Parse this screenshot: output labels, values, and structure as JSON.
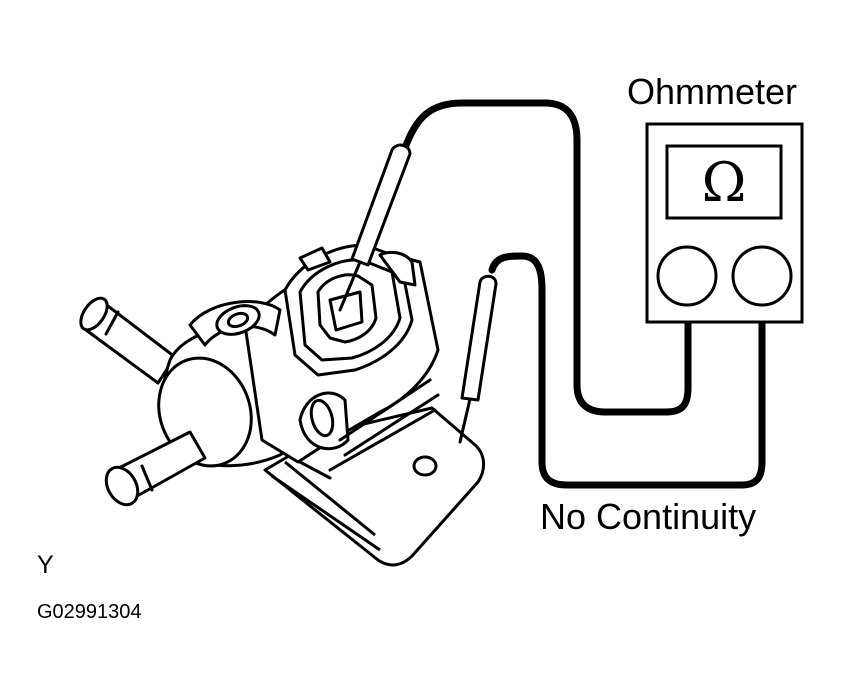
{
  "labels": {
    "meter_name": "Ohmmeter",
    "result": "No Continuity",
    "corner_letter": "Y",
    "figure_code": "G02991304"
  },
  "meter": {
    "display_symbol": "Ω"
  },
  "icons": {
    "meter_display": "ohm-symbol-icon"
  },
  "colors": {
    "line": "#000000",
    "background": "#ffffff"
  }
}
